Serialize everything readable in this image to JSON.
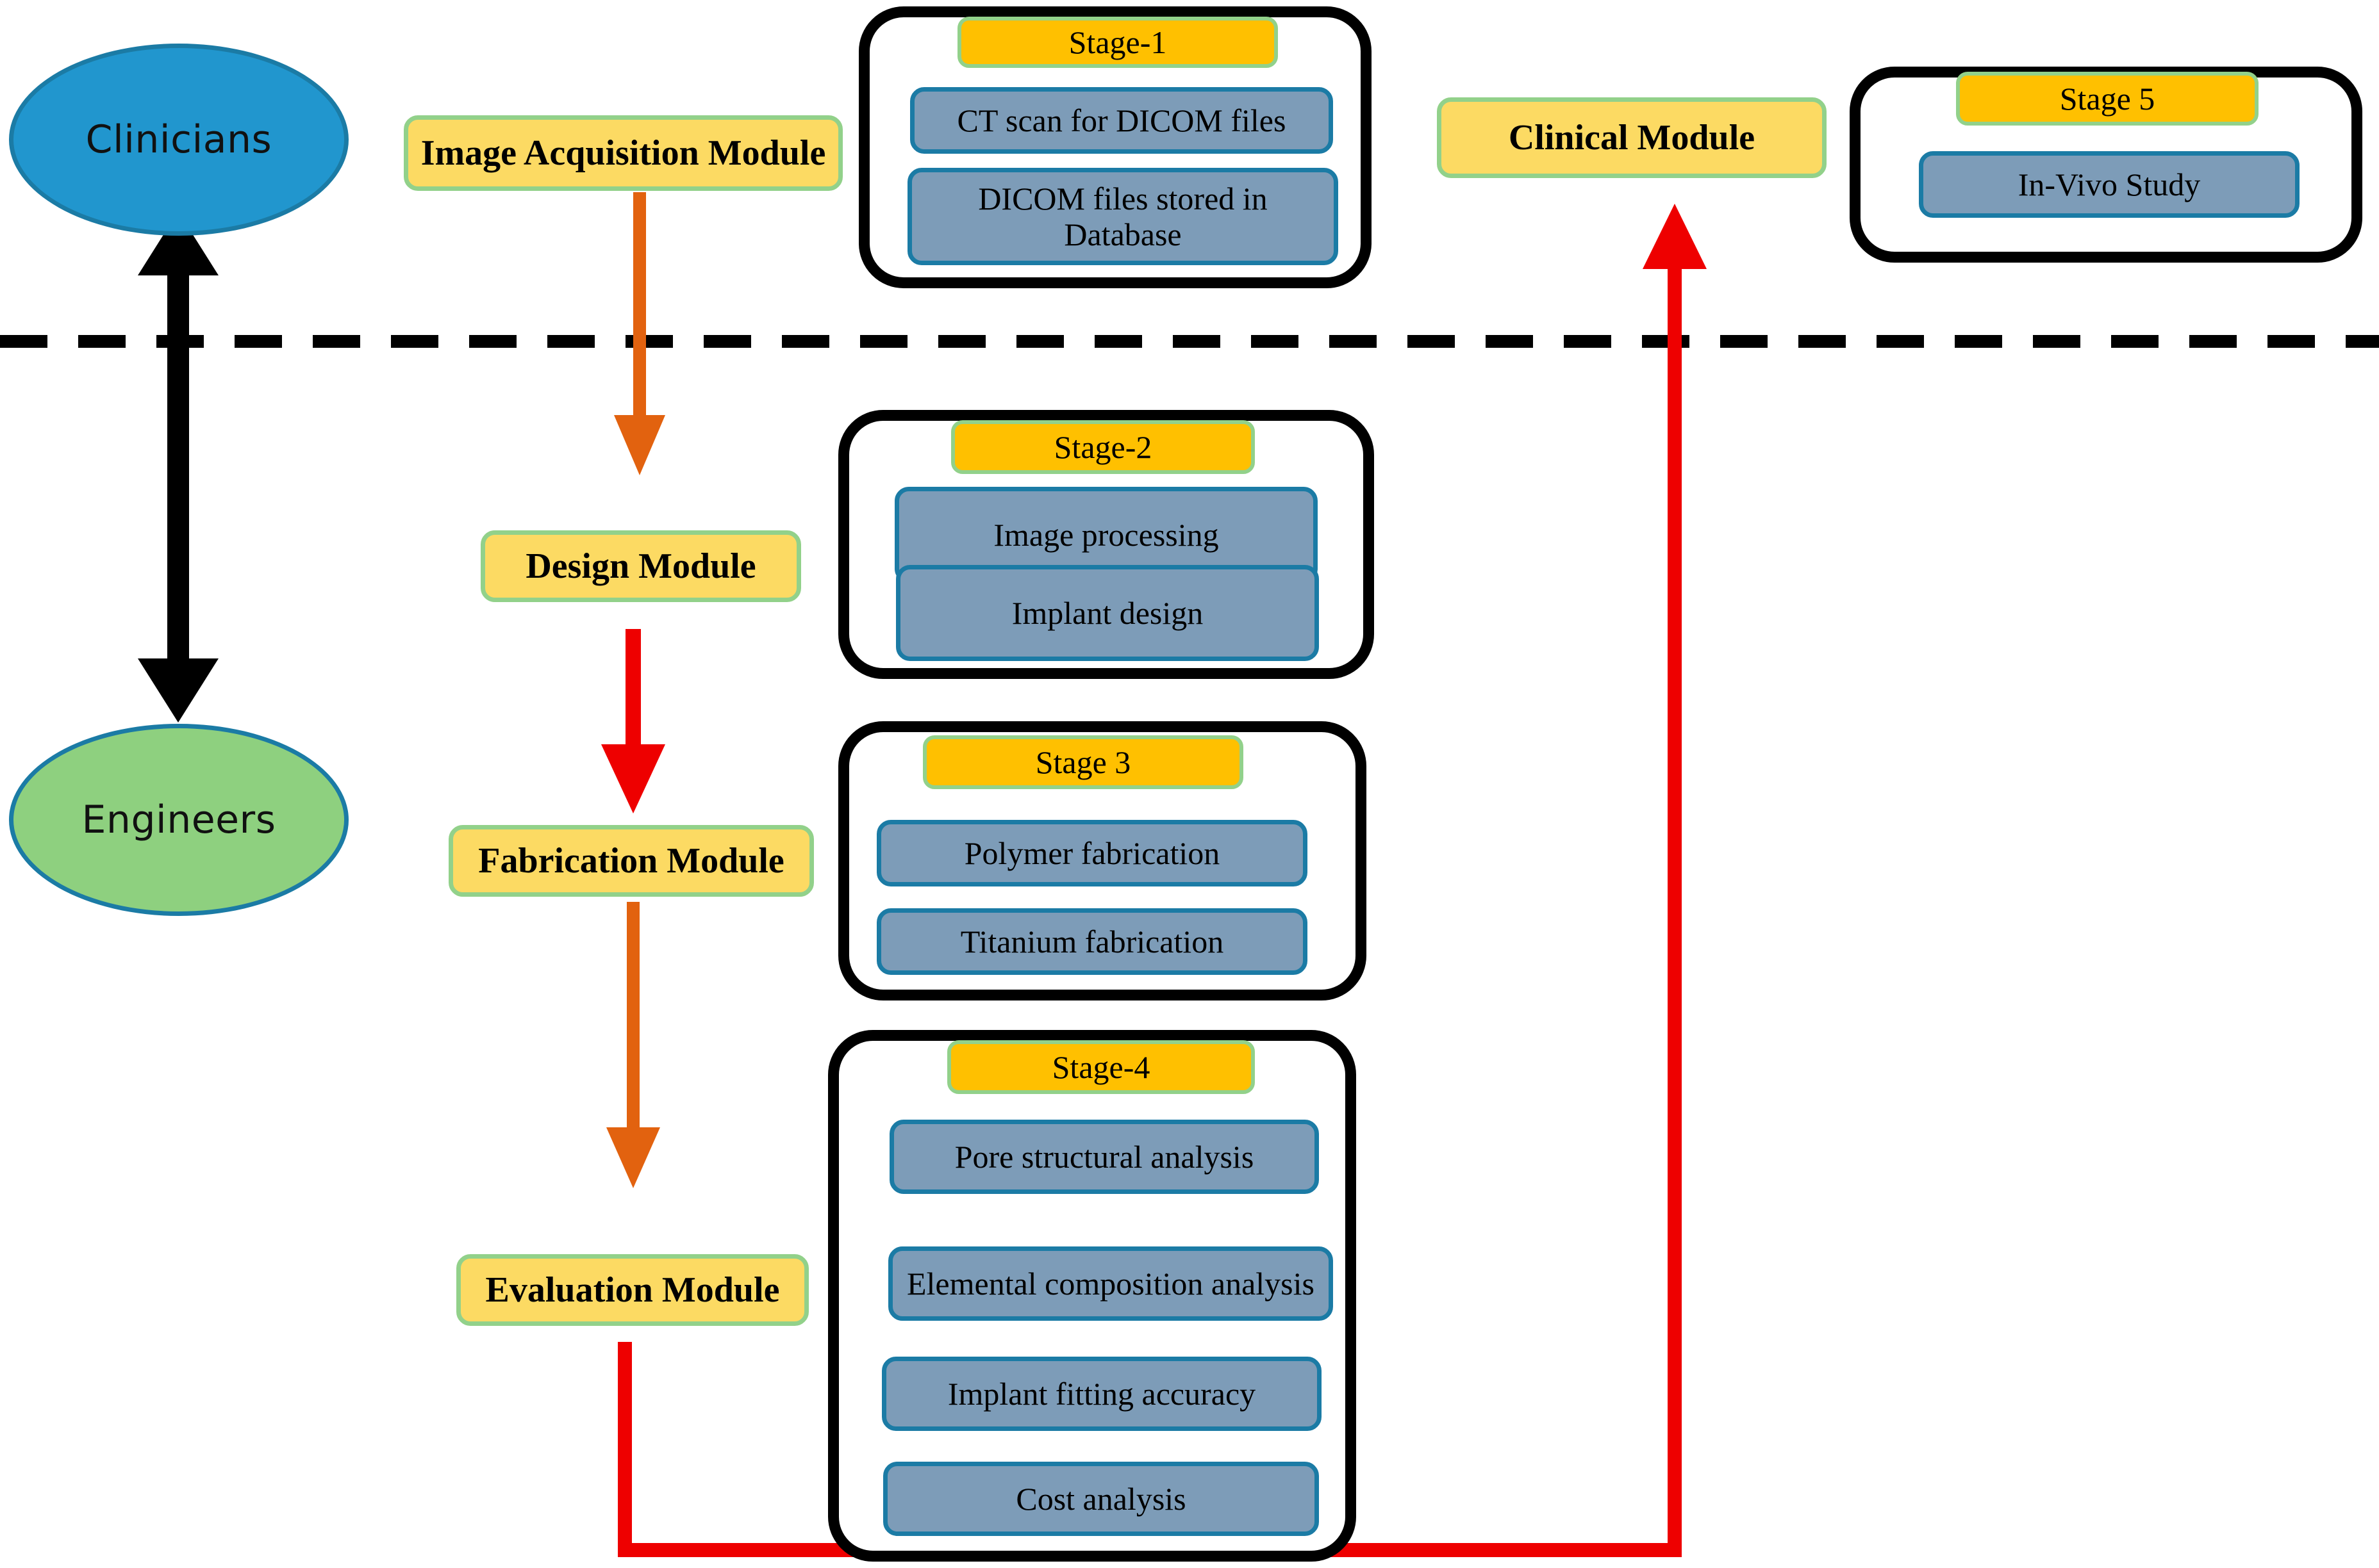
{
  "actors": [
    {
      "name": "Clinicians",
      "label": "Clinicians",
      "color": "#2196ce"
    },
    {
      "name": "Engineers",
      "label": "Engineers",
      "color": "#8ed07f"
    }
  ],
  "modules": [
    {
      "key": "image_acquisition",
      "label": "Image Acquisition Module"
    },
    {
      "key": "design",
      "label": "Design Module"
    },
    {
      "key": "fabrication",
      "label": "Fabrication Module"
    },
    {
      "key": "evaluation",
      "label": "Evaluation Module"
    },
    {
      "key": "clinical",
      "label": "Clinical Module"
    }
  ],
  "stages": [
    {
      "key": "stage1",
      "title": "Stage-1",
      "tasks": [
        "CT scan for DICOM files",
        "DICOM files stored in Database"
      ]
    },
    {
      "key": "stage2",
      "title": "Stage-2",
      "tasks": [
        "Image processing",
        "Implant design"
      ]
    },
    {
      "key": "stage3",
      "title": "Stage 3",
      "tasks": [
        "Polymer fabrication",
        "Titanium fabrication"
      ]
    },
    {
      "key": "stage4",
      "title": "Stage-4",
      "tasks": [
        "Pore structural analysis",
        "Elemental composition analysis",
        "Implant  fitting accuracy",
        "Cost analysis"
      ]
    },
    {
      "key": "stage5",
      "title": "Stage 5",
      "tasks": [
        "In-Vivo  Study"
      ]
    }
  ],
  "colors": {
    "module_fill": "#fcda63",
    "module_border": "#92d18a",
    "stage_title_fill": "#ffc000",
    "task_fill": "#7d9cb8",
    "task_border": "#1b7ba5",
    "container_border": "#000000",
    "arrow_orange": "#e2620f",
    "arrow_red": "#ee0000",
    "arrow_black": "#000000",
    "divider": "#000000",
    "clinicians_fill": "#2196ce",
    "engineers_fill": "#8ed07f"
  },
  "connectors": [
    {
      "name": "clinicians-engineers-double-arrow",
      "color": "#000000",
      "kind": "double-vertical"
    },
    {
      "name": "image-acquisition-to-design-arrow",
      "color": "#e2620f",
      "kind": "down"
    },
    {
      "name": "design-to-fabrication-arrow",
      "color": "#ee0000",
      "kind": "down"
    },
    {
      "name": "fabrication-to-evaluation-arrow",
      "color": "#e2620f",
      "kind": "down"
    },
    {
      "name": "evaluation-to-clinical-feedback-arrow",
      "color": "#ee0000",
      "kind": "elbow-up"
    }
  ],
  "divider": {
    "name": "clinical-engineering-divider",
    "style": "dashed"
  }
}
